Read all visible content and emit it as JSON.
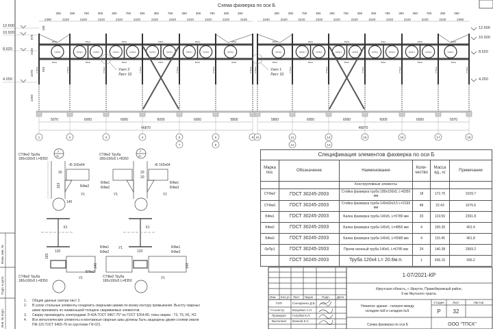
{
  "drawing_title": "Схема фахверка по оси Б",
  "colors": {
    "line": "#444444",
    "light": "#999999",
    "foundation": "#bbbbbb"
  },
  "elevation": {
    "levels": [
      "12.600",
      "10.920",
      "8.620",
      "4.250"
    ],
    "vertical_dims": [
      "168",
      "875",
      "2165",
      "4370",
      "563",
      "4250"
    ],
    "top_dims_row1_left": [
      "390",
      "390",
      "780",
      "390",
      "390",
      "780",
      "390",
      "390",
      "780",
      "390",
      "390",
      "780",
      "390",
      "390"
    ],
    "top_dims_row2_left": [
      "2390",
      "2220",
      "2220",
      "2220",
      "2220",
      "2220",
      "2220",
      "2220",
      "2220",
      "2220",
      "2220",
      "3190"
    ],
    "top_dims_row1_right": [
      "390",
      "390",
      "780",
      "390",
      "390",
      "780",
      "390",
      "390",
      "780",
      "390",
      "390",
      "780",
      "390",
      "390"
    ],
    "top_dims_row2_right": [
      "3190",
      "2220",
      "2220",
      "2220",
      "2220",
      "2220",
      "2220",
      "2220",
      "2220",
      "2220",
      "2220",
      "2390"
    ],
    "bottom_dims_left": [
      "5070",
      "6000",
      "6000",
      "6000",
      "6000",
      "5800"
    ],
    "bottom_dims_right": [
      "5800",
      "6000",
      "6000",
      "6000",
      "6000",
      "5070"
    ],
    "total_left": "46870",
    "total_right": "46870",
    "axes_left": [
      "1",
      "2",
      "3",
      "4",
      "5",
      "6",
      "9"
    ],
    "axes_left_sub": {
      "4": "7",
      "5": "8"
    },
    "axes_right": [
      "10",
      "11",
      "14",
      "15",
      "16",
      "17",
      "18"
    ],
    "axes_right_sub": {
      "1": "12",
      "2": "13"
    },
    "window_label": "ОкПр1",
    "post_label": "СТФм3",
    "column_label": "СТФм2",
    "beam_label": "БФм1",
    "node2": {
      "line1": "Узел 2",
      "line2": "Лист 32"
    },
    "node1": {
      "line1": "Узел 1",
      "line2": "Лист 32"
    }
  },
  "details": {
    "callout_num": "1",
    "callout_sheet": "32",
    "callout2_num": "2",
    "column_label": "СТФм2 Труба",
    "column_size": "180х100х5 L=8350",
    "plate": "-t5 160х64",
    "dim20": "20",
    "dim163": "163",
    "dim140": "140",
    "dim120": "120",
    "dim165": "165",
    "dim5": "5",
    "bfm1": "БФм1",
    "bfm2": "БФм2",
    "bfm3": "БФм3",
    "u1": "У1",
    "k1": "К1"
  },
  "spec": {
    "title": "Спецификация элементов фахверка по оси Б",
    "headers": [
      "Марка поз.",
      "Обозначение",
      "Наименование",
      "Коли-чество",
      "Масса ед., кг",
      "Примечание"
    ],
    "section": "Конструктивные элементы",
    "rows": [
      {
        "mark": "СТФм2",
        "doc": "ГОСТ 30245-2003",
        "name": "Стойка фахверка труба 180х100х5, L=8350 мм",
        "qty": "18",
        "mass": "172.76",
        "note": "3109.7"
      },
      {
        "mark": "СТФм3",
        "doc": "ГОСТ 30245-2003",
        "name": "Стойка фахверка труба 140х60х3.5 L=2165 мм",
        "qty": "48",
        "mass": "22.43",
        "note": "1076.6"
      },
      {
        "mark": "БФм1",
        "doc": "ГОСТ 30245-2003",
        "name": "Балка фахверка труба 140х5, L=5780 мм",
        "qty": "20",
        "mass": "119.59",
        "note": "2391.8"
      },
      {
        "mark": "БФм2",
        "doc": "ГОСТ 30245-2003",
        "name": "Балка фахверка труба 140х5, L=4850 мм",
        "qty": "4",
        "mass": "100.35",
        "note": "401.4"
      },
      {
        "mark": "БФм3",
        "doc": "ГОСТ 30245-2003",
        "name": "Балка фахверка труба 140х5, L=5580 мм",
        "qty": "4",
        "mass": "115.45",
        "note": "461.8"
      },
      {
        "mark": "ОкПр1",
        "doc": "ГОСТ 30245-2003",
        "name": "Проем оконный труба 140х5, L=6785 мм",
        "qty": "24",
        "mass": "140.38",
        "note": "3369.2"
      },
      {
        "mark": "",
        "doc": "ГОСТ 30245-2003",
        "name": "Труба 120х4 L= 20.6м.п.",
        "qty": "1",
        "mass": "436.15",
        "note": "436.2"
      }
    ]
  },
  "notes": [
    {
      "n": "1.",
      "text": "Общие данные смотри лист 2."
    },
    {
      "n": "2.",
      "text": "В узлах стальные элементы соединить сварными швами по всему контуру примыкания. Высоту сварных"
    },
    {
      "n": "",
      "text": "швов принимать по наименьшей толщине свариваемых элементов."
    },
    {
      "n": "3.",
      "text": "Сварку производить электродами Э-42А ГОСТ 9467-75* по ГОСТ 5264-80, типы сварки - Т3, Т6, Н1, Н2."
    },
    {
      "n": "4.",
      "text": "Все металлические элементы и монтажные сварные швы должны быть защищены двумя слоями эмали"
    },
    {
      "n": "",
      "text": "ПФ-115 ГОСТ 6465-76 по грунтовке ГФ-021."
    }
  ],
  "margin_stamps": [
    "Взам. инв. №",
    "Подп. и дата",
    "Инв. № подл."
  ],
  "title_block": {
    "code": "1-07/2021-КР",
    "address1": "Иркутская область, г. Иркутск, Правобережный район,",
    "address2": "9 км Якутского тракта.",
    "headers": [
      "Изм.",
      "Кол.уч",
      "Лист",
      "№док",
      "Подп.",
      "Дата"
    ],
    "people": [
      {
        "role": "ГИП",
        "name": "Гончаренко Д.В."
      },
      {
        "role": "Гл.констр.",
        "name": "Базуевич А.Л."
      },
      {
        "role": "Проверил",
        "name": "Голубев К.Л."
      },
      {
        "role": "Выполнил",
        "name": "Воинов К.С."
      }
    ],
    "object1": "Нежилое здание - галерея между",
    "object2": "складом №8 и складом №9.",
    "stage_label": "Стадия",
    "sheet_label": "Лист",
    "sheets_label": "Листов",
    "stage": "Р",
    "sheet": "32",
    "sheet_title": "Схема фахверка по оси Б",
    "company": "ООО \"ТПСК\""
  }
}
